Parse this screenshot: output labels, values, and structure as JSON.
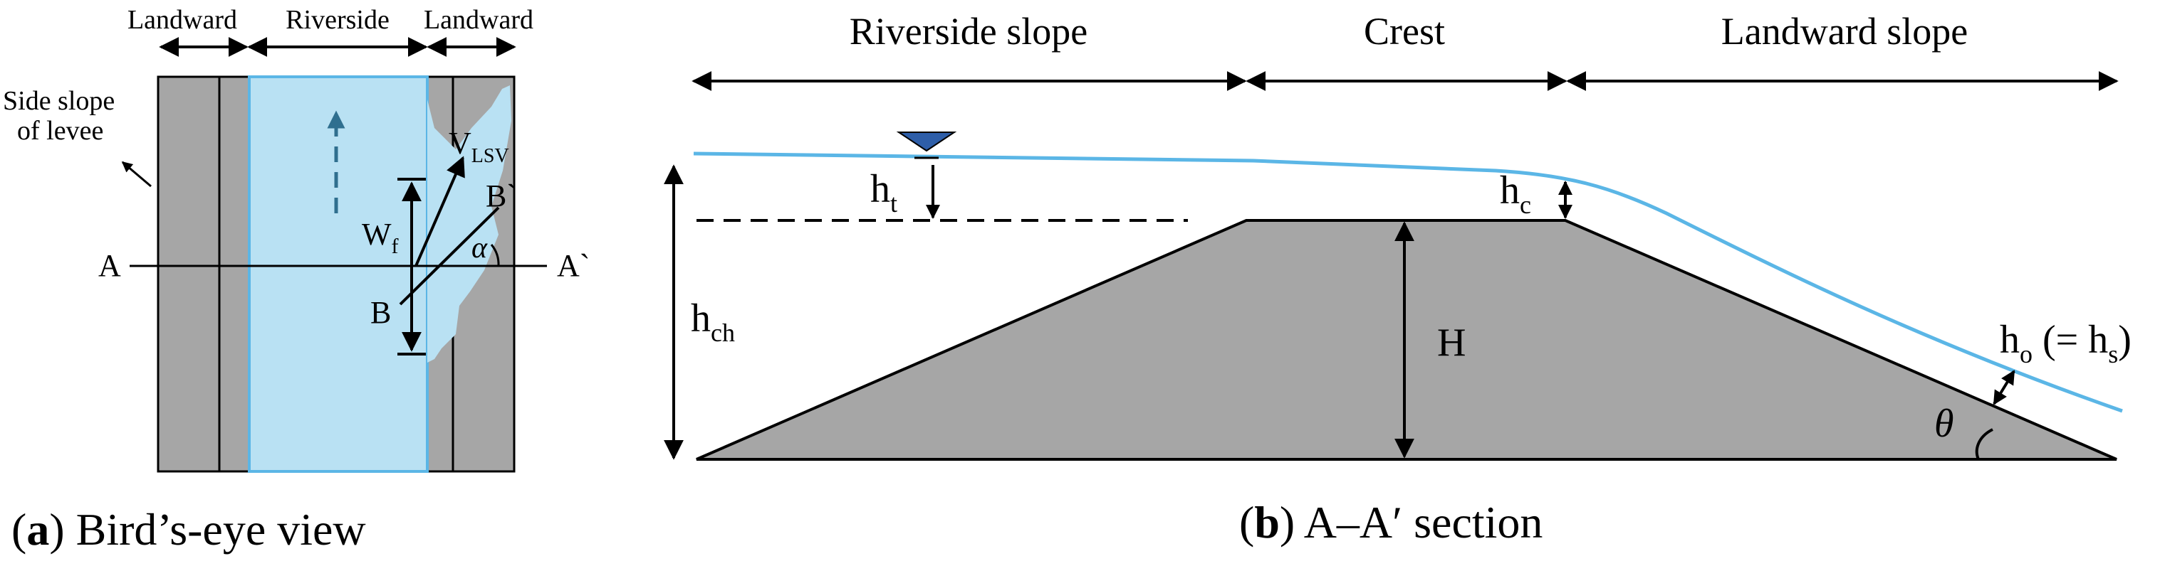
{
  "panel_a": {
    "header_landward_left": "Landward",
    "header_riverside": "Riverside",
    "header_landward_right": "Landward",
    "side_slope_line1": "Side slope",
    "side_slope_line2": "of levee",
    "label_A": "A",
    "label_A_prime": "A`",
    "label_B": "B",
    "label_B_prime": "B`",
    "label_W": "W",
    "label_W_sub": "f",
    "label_V": "V",
    "label_V_sub": "LSV",
    "label_alpha": "α",
    "caption_letter": "a",
    "caption_text": " Bird’s-eye view"
  },
  "panel_b": {
    "header_riverside_slope": "Riverside slope",
    "header_crest": "Crest",
    "header_landward_slope": "Landward slope",
    "label_ht": "h",
    "label_ht_sub": "t",
    "label_hc": "h",
    "label_hc_sub": "c",
    "label_hch": "h",
    "label_hch_sub": "ch",
    "label_H": "H",
    "label_ho": "h",
    "label_ho_sub": "o",
    "label_ho_eq": " (= h",
    "label_hs_sub": "s",
    "label_ho_close": ")",
    "label_theta": "θ",
    "caption_letter": "b",
    "caption_text": " A–A′ section"
  },
  "colors": {
    "water": "#b9e1f3",
    "water_line": "#5bb6e6",
    "levee": "#a6a6a6",
    "marker": "#2e5ea8",
    "flow_arrow": "#2f6f8f"
  }
}
